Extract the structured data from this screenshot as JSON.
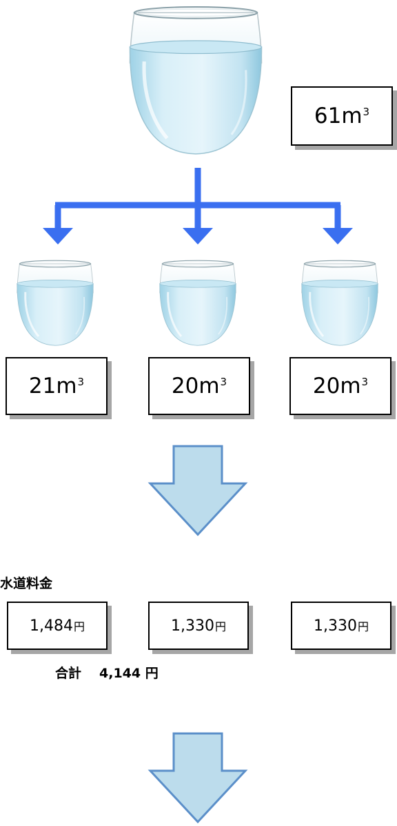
{
  "top": {
    "volume": "61m",
    "sup": "3"
  },
  "split": [
    {
      "volume": "21m",
      "sup": "3"
    },
    {
      "volume": "20m",
      "sup": "3"
    },
    {
      "volume": "20m",
      "sup": "3"
    }
  ],
  "fees": {
    "label": "水道料金",
    "items": [
      {
        "amount": "1,484",
        "unit": "円"
      },
      {
        "amount": "1,330",
        "unit": "円"
      },
      {
        "amount": "1,330",
        "unit": "円"
      }
    ],
    "total_label": "合計",
    "total_amount": "4,144",
    "total_unit": "円"
  },
  "colors": {
    "water": "#d7eef7",
    "connector": "#3a6ff0",
    "big_arrow_fill": "#bcdcec",
    "big_arrow_stroke": "#5b8fc9",
    "shadow": "#a6a6a6"
  },
  "icons": [
    "water-glass-icon",
    "arrow-down-icon"
  ]
}
